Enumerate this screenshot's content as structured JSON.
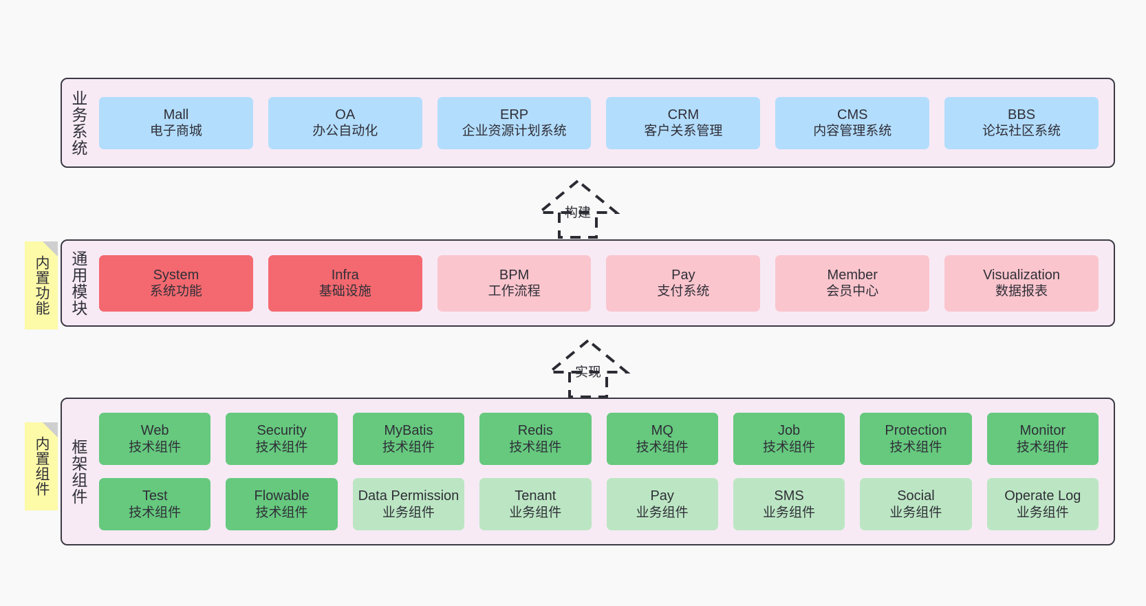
{
  "diagram": {
    "background_color": "#f9f9f9",
    "layer_background_color": "#f7eaf5",
    "layer_border_color": "#3a3a44",
    "note_color": "#fdfaa8"
  },
  "layers": [
    {
      "title": "业务系统",
      "accent": "#b3ddfc",
      "rows": [
        [
          {
            "name": "Mall",
            "sub": "电子商城",
            "style": "c-blue"
          },
          {
            "name": "OA",
            "sub": "办公自动化",
            "style": "c-blue"
          },
          {
            "name": "ERP",
            "sub": "企业资源计划系统",
            "style": "c-blue"
          },
          {
            "name": "CRM",
            "sub": "客户关系管理",
            "style": "c-blue"
          },
          {
            "name": "CMS",
            "sub": "内容管理系统",
            "style": "c-blue"
          },
          {
            "name": "BBS",
            "sub": "论坛社区系统",
            "style": "c-blue"
          }
        ]
      ]
    },
    {
      "title": "通用模块",
      "note": "内置功能",
      "accent": "#f4696f",
      "rows": [
        [
          {
            "name": "System",
            "sub": "系统功能",
            "style": "c-red"
          },
          {
            "name": "Infra",
            "sub": "基础设施",
            "style": "c-red"
          },
          {
            "name": "BPM",
            "sub": "工作流程",
            "style": "c-pink"
          },
          {
            "name": "Pay",
            "sub": "支付系统",
            "style": "c-pink"
          },
          {
            "name": "Member",
            "sub": "会员中心",
            "style": "c-pink"
          },
          {
            "name": "Visualization",
            "sub": "数据报表",
            "style": "c-pink"
          }
        ]
      ]
    },
    {
      "title": "框架组件",
      "note": "内置组件",
      "accent": "#66c97e",
      "rows": [
        [
          {
            "name": "Web",
            "sub": "技术组件",
            "style": "c-green"
          },
          {
            "name": "Security",
            "sub": "技术组件",
            "style": "c-green"
          },
          {
            "name": "MyBatis",
            "sub": "技术组件",
            "style": "c-green"
          },
          {
            "name": "Redis",
            "sub": "技术组件",
            "style": "c-green"
          },
          {
            "name": "MQ",
            "sub": "技术组件",
            "style": "c-green"
          },
          {
            "name": "Job",
            "sub": "技术组件",
            "style": "c-green"
          },
          {
            "name": "Protection",
            "sub": "技术组件",
            "style": "c-green"
          },
          {
            "name": "Monitor",
            "sub": "技术组件",
            "style": "c-green"
          }
        ],
        [
          {
            "name": "Test",
            "sub": "技术组件",
            "style": "c-green"
          },
          {
            "name": "Flowable",
            "sub": "技术组件",
            "style": "c-green"
          },
          {
            "name": "Data Permission",
            "sub": "业务组件",
            "style": "c-lightgreen"
          },
          {
            "name": "Tenant",
            "sub": "业务组件",
            "style": "c-lightgreen"
          },
          {
            "name": "Pay",
            "sub": "业务组件",
            "style": "c-lightgreen"
          },
          {
            "name": "SMS",
            "sub": "业务组件",
            "style": "c-lightgreen"
          },
          {
            "name": "Social",
            "sub": "业务组件",
            "style": "c-lightgreen"
          },
          {
            "name": "Operate Log",
            "sub": "业务组件",
            "style": "c-lightgreen"
          }
        ]
      ]
    }
  ],
  "connectors": [
    {
      "label": "构建",
      "from": "通用模块",
      "to": "业务系统",
      "style": "dashed-generalization"
    },
    {
      "label": "实现",
      "from": "框架组件",
      "to": "通用模块",
      "style": "dashed-generalization"
    }
  ]
}
